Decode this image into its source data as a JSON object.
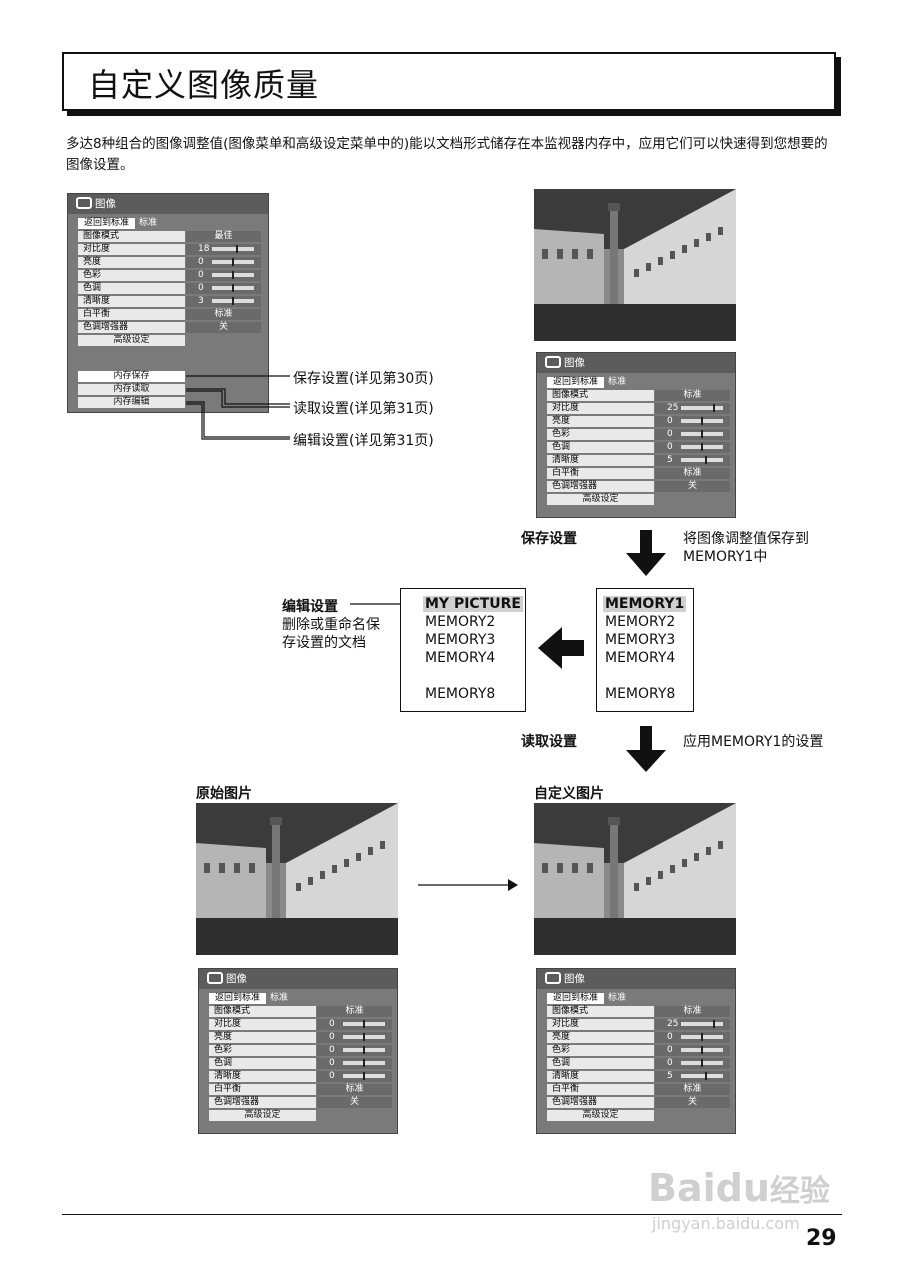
{
  "page": {
    "title": "自定义图像质量",
    "intro": "多达8种组合的图像调整值(图像菜单和高级设定菜单中的)能以文档形式储存在本监视器内存中，应用它们可以快速得到您想要的图像设置。",
    "page_number": "29"
  },
  "menu_common": {
    "header": "图像",
    "reset_button": "返回到标准",
    "reset_status": "标准",
    "labels": [
      "图像模式",
      "对比度",
      "亮度",
      "色彩",
      "色调",
      "清晰度",
      "白平衡",
      "色调增强器"
    ],
    "advanced": "高级设定",
    "mem_items": [
      "内存保存",
      "内存读取",
      "内存编辑"
    ]
  },
  "menu_left": {
    "picture_mode": "最佳",
    "values": [
      "18",
      "0",
      "0",
      "0",
      "3"
    ],
    "levels": [
      0.6,
      0.5,
      0.5,
      0.5,
      0.5
    ],
    "white_balance": "标准",
    "enhancer": "关"
  },
  "menu_custom": {
    "picture_mode": "标准",
    "values": [
      "25",
      "0",
      "0",
      "0",
      "5"
    ],
    "levels": [
      0.8,
      0.5,
      0.5,
      0.5,
      0.6
    ],
    "white_balance": "标准",
    "enhancer": "关"
  },
  "menu_original": {
    "picture_mode": "标准",
    "values": [
      "0",
      "0",
      "0",
      "0",
      "0"
    ],
    "levels": [
      0.5,
      0.5,
      0.5,
      0.5,
      0.5
    ],
    "white_balance": "标准",
    "enhancer": "关"
  },
  "callouts": {
    "save": "保存设置(详见第30页)",
    "load": "读取设置(详见第31页)",
    "edit": "编辑设置(详见第31页)"
  },
  "flow": {
    "save_label": "保存设置",
    "save_desc_1": "将图像调整值保存到",
    "save_desc_2": "MEMORY1中",
    "load_label": "读取设置",
    "load_desc": "应用MEMORY1的设置",
    "edit_label": "编辑设置",
    "edit_desc_1": "删除或重命名保",
    "edit_desc_2": "存设置的文档",
    "original_label": "原始图片",
    "custom_label": "自定义图片"
  },
  "memory_right": [
    "MEMORY1",
    "MEMORY2",
    "MEMORY3",
    "MEMORY4",
    "MEMORY8"
  ],
  "memory_left": [
    "MY PICTURE",
    "MEMORY2",
    "MEMORY3",
    "MEMORY4",
    "MEMORY8"
  ],
  "watermark": {
    "brand": "Baidu",
    "brand_cn": "经验",
    "url": "jingyan.baidu.com"
  },
  "colors": {
    "osd_bg": "#7a7a7a",
    "osd_head": "#5c5c5c",
    "label_bg": "#e9e9e9",
    "highlight": "#d0d0d0"
  }
}
